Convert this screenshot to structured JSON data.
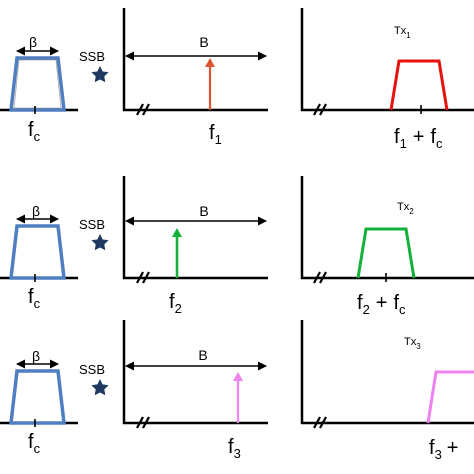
{
  "rows": [
    {
      "beta_label": "β",
      "fc": {
        "main": "f",
        "sub": "c"
      },
      "ssb_label": "SSB",
      "bandwidth_label": "B",
      "carrier": {
        "main": "f",
        "sub": "1"
      },
      "sum": {
        "a_main": "f",
        "a_sub": "1",
        "op": "+",
        "b_main": "f",
        "b_sub": "c"
      },
      "tx": {
        "main": "Tx",
        "sub": "1"
      },
      "color": "#e8120c",
      "arrow_color": "#d9552f"
    },
    {
      "beta_label": "β",
      "fc": {
        "main": "f",
        "sub": "c"
      },
      "ssb_label": "SSB",
      "bandwidth_label": "B",
      "carrier": {
        "main": "f",
        "sub": "2"
      },
      "sum": {
        "a_main": "f",
        "a_sub": "2",
        "op": "+",
        "b_main": "f",
        "b_sub": "c"
      },
      "tx": {
        "main": "Tx",
        "sub": "2"
      },
      "color": "#13b13a",
      "arrow_color": "#13b13a"
    },
    {
      "beta_label": "β",
      "fc": {
        "main": "f",
        "sub": "c"
      },
      "ssb_label": "SSB",
      "bandwidth_label": "B",
      "carrier": {
        "main": "f",
        "sub": "3"
      },
      "sum": {
        "a_main": "f",
        "a_sub": "3",
        "op": "+",
        "b_main": "",
        "b_sub": ""
      },
      "tx": {
        "main": "Tx",
        "sub": "3"
      },
      "color": "#ee82ee",
      "arrow_color": "#ee82ee"
    }
  ],
  "colors": {
    "baseband_fill": "#4f7fc0",
    "baseband_stroke": "#000000",
    "axis": "#000000",
    "star": "#1f3a60"
  },
  "icons": {
    "ssb_marker": "star-icon",
    "axis_break": "axis-break-icon"
  }
}
